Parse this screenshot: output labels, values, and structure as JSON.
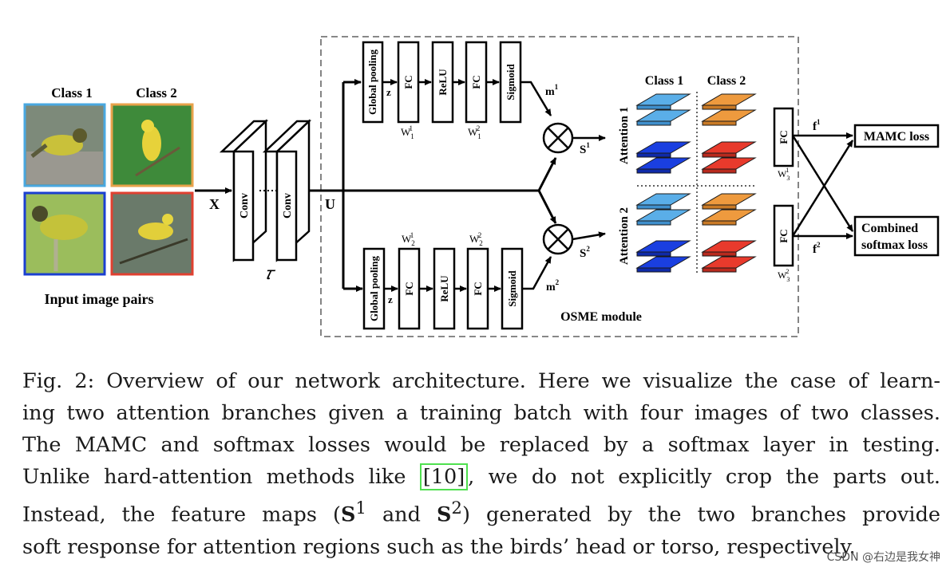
{
  "figure": {
    "class_labels": [
      "Class 1",
      "Class 2"
    ],
    "input_caption": "Input image pairs",
    "x_label": "X",
    "conv_label": "Conv",
    "tau_label": "𝜏",
    "u_label": "U",
    "osme_label": "OSME module",
    "branch_blocks": [
      "Global pooling",
      "FC",
      "ReLU",
      "FC",
      "Sigmoid"
    ],
    "z_label": "z",
    "top_branch": {
      "w1": "W",
      "w1_sub": "1",
      "w1_sup": "1",
      "w2": "W",
      "w2_sub": "1",
      "w2_sup": "2",
      "m": "m",
      "m_sup": "1",
      "s": "S",
      "s_sup": "1"
    },
    "bottom_branch": {
      "w1": "W",
      "w1_sub": "2",
      "w1_sup": "1",
      "w2": "W",
      "w2_sub": "2",
      "w2_sup": "2",
      "m": "m",
      "m_sup": "2",
      "s": "S",
      "s_sup": "2"
    },
    "attention_labels": [
      "Attention 1",
      "Attention 2"
    ],
    "fc_label": "FC",
    "w3_top": {
      "w": "W",
      "sub": "3",
      "sup": "1"
    },
    "w3_bottom": {
      "w": "W",
      "sub": "3",
      "sup": "2"
    },
    "f_top": {
      "f": "f",
      "sup": "1"
    },
    "f_bottom": {
      "f": "f",
      "sup": "2"
    },
    "loss_top": "MAMC loss",
    "loss_bottom_1": "Combined",
    "loss_bottom_2": "softmax loss",
    "colors": {
      "class1_light": "#5aaee8",
      "class1_dark": "#1a3fe0",
      "class2_orange": "#ee9a3e",
      "class2_red": "#e83a2c",
      "frame1": "#4aa8e0",
      "frame2": "#e8a24a",
      "frame3": "#1a3fd0",
      "frame4": "#e04030"
    },
    "bird_images": [
      "yellow-throated warbler on rock",
      "yellow warbler on branch",
      "warbler on stem",
      "yellow warbler on twig"
    ]
  },
  "caption": {
    "lines": [
      "Fig. 2: Overview of our network architecture. Here we visualize the case of learn-",
      "ing two attention branches given a training batch with four images of two classes.",
      "The MAMC and softmax losses would be replaced by a softmax layer in testing."
    ],
    "line4_before": "Unlike hard-attention methods like ",
    "line4_ref": "[10]",
    "line4_after": ", we do not explicitly crop the parts out.",
    "line5_before": "Instead, the feature maps (",
    "s": "S",
    "sup1": "1",
    "and": " and ",
    "sup2": "2",
    "line5_after": ") generated by the two branches provide",
    "line6": "soft response for attention regions such as the birds’ head or torso, respectively."
  },
  "watermark": "CSDN @右边是我女神"
}
